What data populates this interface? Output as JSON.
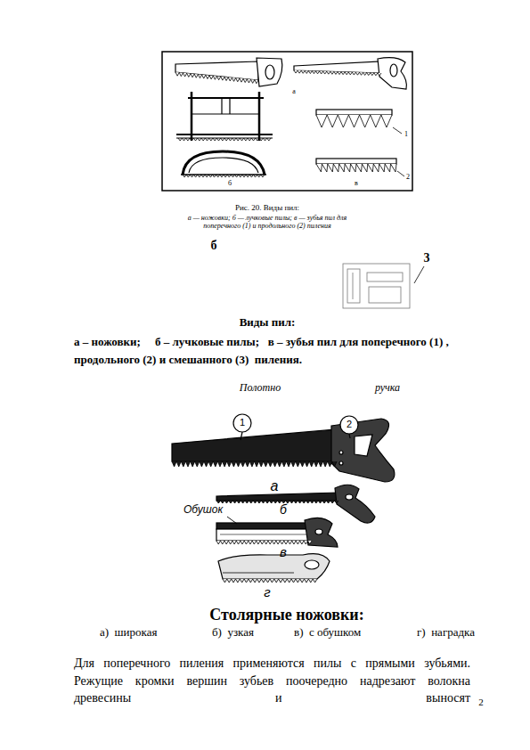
{
  "diagram": {
    "labels": [
      "а",
      "1",
      "2",
      "б",
      "в",
      "Рис. 20. Виды пил:",
      "а — ножовки; б — лучковые пилы; в — зубья пил для поперечного (1) и продольного (2) пиления",
      "б",
      "3",
      "Виды пил:",
      "а – ножовки;     б – лучковые пилы;   в – зубья пил для поперечного (1) , продольного (2) и смешанного (3)  пиления.",
      "Полотно",
      "ручка",
      "1",
      "2",
      "а",
      "б",
      "Обушок",
      "в",
      "г",
      "Столярные ножовки:",
      "а)  широкая",
      "б)  узкая",
      "в)  с обушком",
      "г)  наградка",
      "Для поперечного пиления применяются пилы с прямыми зубьями. Режущие кромки вершин зубьев поочередно надрезают волокна древесины и выносят",
      "2"
    ]
  }
}
